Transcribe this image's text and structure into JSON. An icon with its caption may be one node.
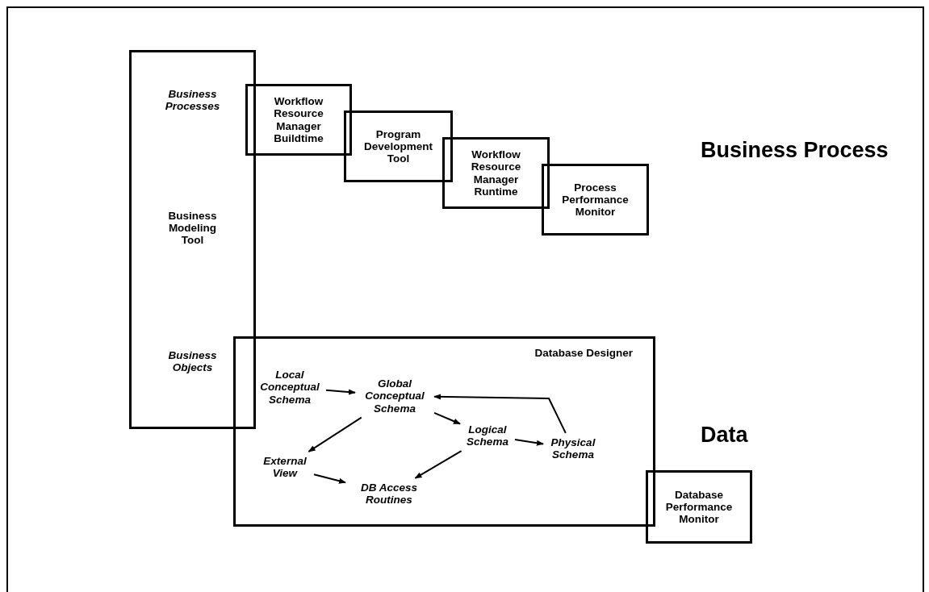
{
  "diagram": {
    "nodes": [
      {
        "text": [
          "Business Processes",
          "Business Modeling Tool",
          "Business Objects"
        ]
      },
      {
        "text": [
          "Workflow Resource Manager Buildtime"
        ]
      },
      {
        "text": [
          "Program Development Tool"
        ]
      },
      {
        "text": [
          "Workflow Resource Manager Runtime"
        ]
      },
      {
        "text": [
          "Process Performance Monitor"
        ]
      },
      {
        "text": [
          "Database Designer"
        ]
      },
      {
        "text": [
          "Local Conceptual Schema"
        ],
        "in": 5
      },
      {
        "text": [
          "Global Conceptual Schema"
        ],
        "in": 5
      },
      {
        "text": [
          "Logical Schema"
        ],
        "in": 5
      },
      {
        "text": [
          "Physical Schema"
        ],
        "in": 5
      },
      {
        "text": [
          "External View"
        ],
        "in": 5
      },
      {
        "text": [
          "DB Access Routines"
        ],
        "in": 5
      },
      {
        "text": [
          "Database Performance Monitor"
        ]
      }
    ],
    "edges": [
      {
        "from": 6,
        "to": 7,
        "arrow": "to"
      },
      {
        "from": 9,
        "to": 7,
        "arrow": "to"
      },
      {
        "from": 7,
        "to": 8,
        "arrow": "to"
      },
      {
        "from": 7,
        "to": 10,
        "arrow": "to"
      },
      {
        "from": 8,
        "to": 9,
        "arrow": "to"
      },
      {
        "from": 10,
        "to": 11,
        "arrow": "to"
      },
      {
        "from": 8,
        "to": 11,
        "arrow": "to"
      }
    ],
    "labels": [
      "Business Process",
      "Data"
    ]
  }
}
